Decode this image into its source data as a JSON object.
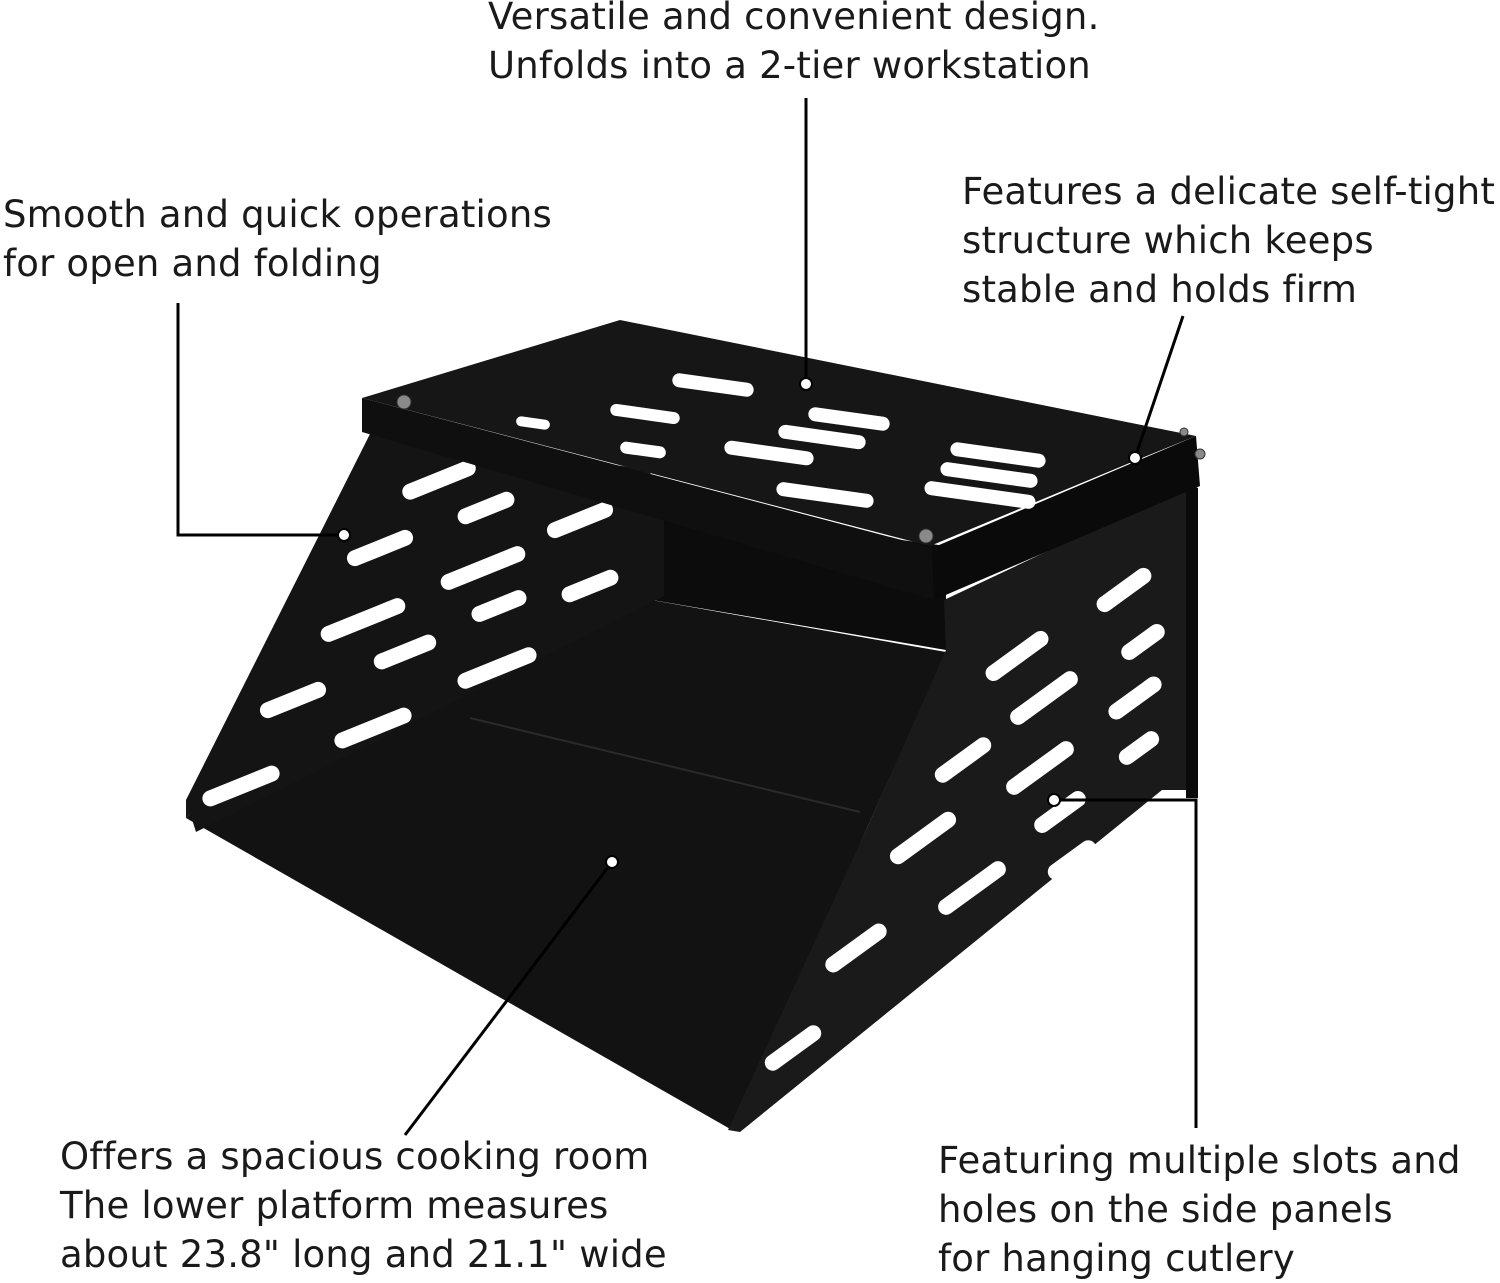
{
  "callouts": {
    "design": {
      "line1": "Versatile and convenient design.",
      "line2": "Unfolds into a 2-tier workstation"
    },
    "operation": {
      "line1": "Smooth and quick operations",
      "line2": "for open and folding"
    },
    "structure": {
      "line1": "Features a delicate self-tight",
      "line2": "structure which keeps",
      "line3": "stable and holds firm"
    },
    "cooking_room": {
      "line1": "Offers a spacious cooking room",
      "line2": "The lower platform measures",
      "line3": "about 23.8\" long and 21.1\" wide"
    },
    "slots": {
      "line1": "Featuring multiple slots and",
      "line2": "holes on the side panels",
      "line3": "for hanging cutlery"
    }
  },
  "colors": {
    "product": "#141414",
    "product_shadow": "#0a0a0a",
    "product_highlight": "#2a2a2a",
    "leader_line": "#000000",
    "background": "#ffffff"
  }
}
